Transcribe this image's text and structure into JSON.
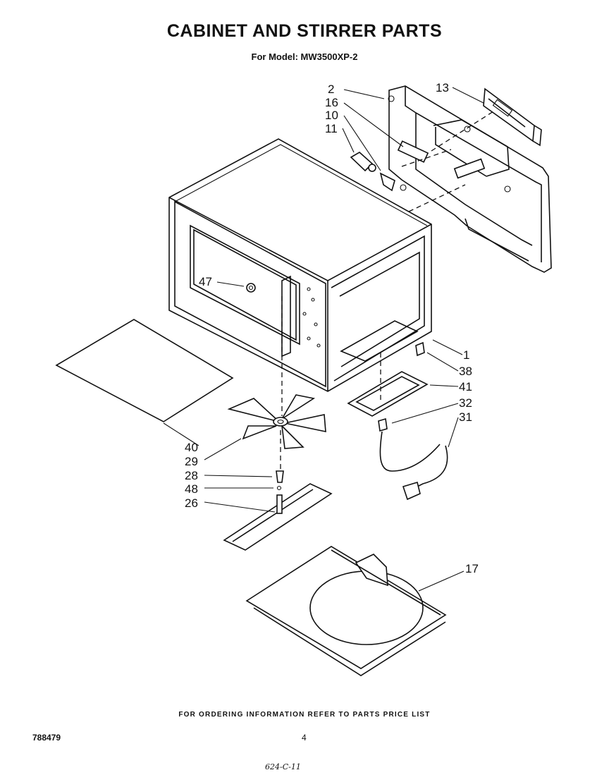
{
  "header": {
    "title": "CABINET AND STIRRER PARTS",
    "model": "For Model: MW3500XP-2"
  },
  "callouts": {
    "c1": "1",
    "c2": "2",
    "c10": "10",
    "c11": "11",
    "c13": "13",
    "c16": "16",
    "c17": "17",
    "c26": "26",
    "c28": "28",
    "c29": "29",
    "c31": "31",
    "c32": "32",
    "c38": "38",
    "c40": "40",
    "c41": "41",
    "c47": "47",
    "c48": "48"
  },
  "footer": {
    "ordering_note": "FOR ORDERING INFORMATION REFER TO PARTS PRICE LIST",
    "doc_number": "788479",
    "page_number": "4",
    "handwritten_note": "624-C-11"
  }
}
